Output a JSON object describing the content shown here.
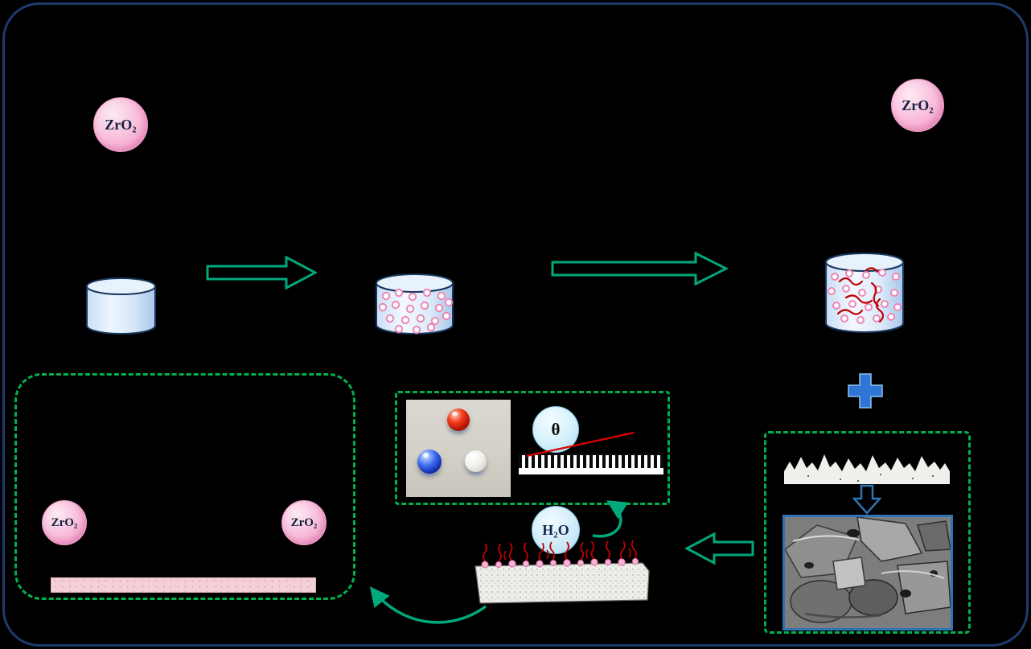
{
  "labels": {
    "nanoparticle": "ZrO₂",
    "water": "H₂O",
    "contact_angle_symbol": "θ"
  },
  "colors": {
    "background": "#000000",
    "frame_border": "#1e3a6e",
    "flow_arrow_green": "#00a87c",
    "dashed_box_green": "#00b050",
    "nanoparticle_pink": "#f9c2dd",
    "polymer_red": "#c00000",
    "plus_sign_blue": "#2e75d6",
    "sem_frame_blue": "#2e74b5",
    "water_droplet_blue": "#cdeaf8",
    "coating_film_pink": "#f5d0d7"
  }
}
